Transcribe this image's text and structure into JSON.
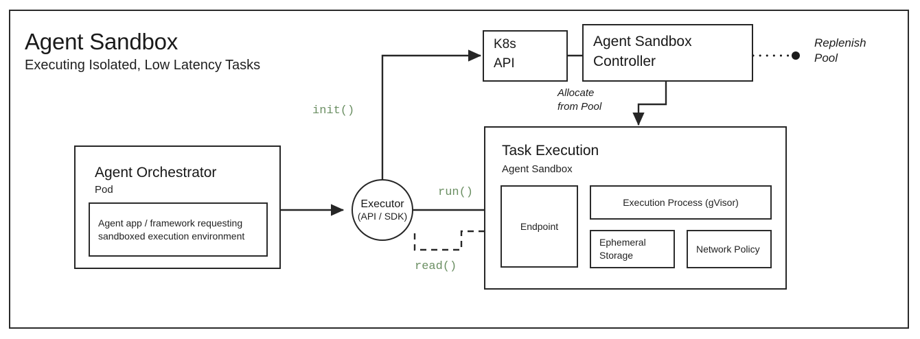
{
  "header": {
    "title": "Agent Sandbox",
    "subtitle": "Executing Isolated, Low Latency Tasks"
  },
  "colors": {
    "stroke": "#262626",
    "text": "#1b1b1b",
    "call_green": "#6b8f63",
    "background": "#ffffff"
  },
  "nodes": {
    "k8s_api": {
      "line1": "K8s",
      "line2": "API"
    },
    "controller": {
      "line1": "Agent Sandbox",
      "line2": "Controller"
    },
    "orchestrator": {
      "title": "Agent Orchestrator",
      "subtitle": "Pod",
      "inner_text": "Agent app / framework\nrequesting sandboxed\nexecution environment"
    },
    "executor": {
      "title": "Executor",
      "subtitle": "(API / SDK)"
    },
    "task_execution": {
      "title": "Task Execution",
      "subtitle": "Agent Sandbox",
      "endpoint": "Endpoint",
      "execution_process": "Execution Process (gVisor)",
      "ephemeral_storage": "Ephemeral\nStorage",
      "network_policy": "Network\nPolicy"
    }
  },
  "edges": {
    "init": "init()",
    "run": "run()",
    "read": "read()",
    "allocate": "Allocate\nfrom Pool",
    "replenish": "Replenish\nPool"
  }
}
